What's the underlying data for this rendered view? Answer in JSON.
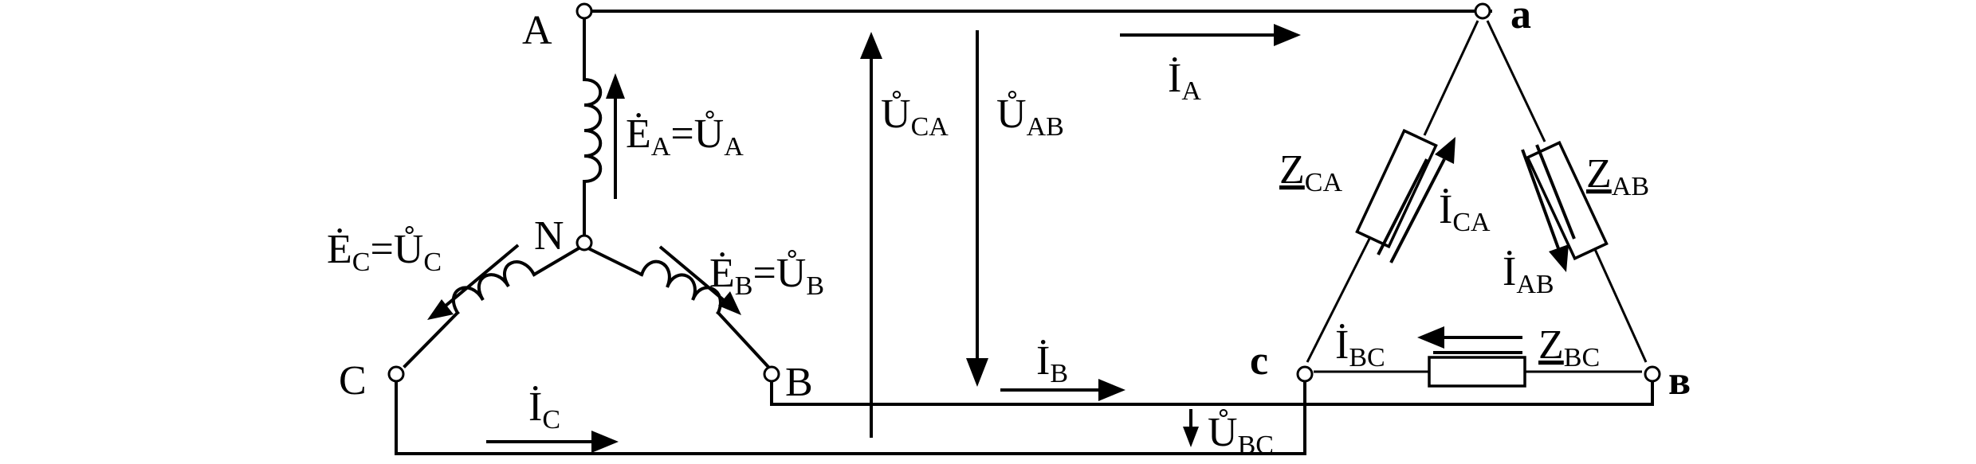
{
  "source_labels": {
    "node_A": "A",
    "node_B": "B",
    "node_C": "C",
    "node_N": "N"
  },
  "load_labels": {
    "node_a": "a",
    "node_b": "в",
    "node_c": "c"
  },
  "emf": {
    "A": {
      "main": "Ė",
      "sub": "A",
      "eq": "=",
      "u_main": "Ů",
      "u_sub": "A"
    },
    "B": {
      "main": "Ė",
      "sub": "B",
      "eq": "=",
      "u_main": "Ů",
      "u_sub": "B"
    },
    "C": {
      "main": "Ė",
      "sub": "C",
      "eq": "=",
      "u_main": "Ů",
      "u_sub": "C"
    }
  },
  "line_voltages": {
    "CA": {
      "main": "Ů",
      "sub": "CA"
    },
    "AB": {
      "main": "Ů",
      "sub": "AB"
    },
    "BC": {
      "main": "Ů",
      "sub": "BC"
    }
  },
  "line_currents": {
    "A": {
      "main": "İ",
      "sub": "A"
    },
    "B": {
      "main": "İ",
      "sub": "B"
    },
    "C": {
      "main": "İ",
      "sub": "C"
    }
  },
  "phase_currents": {
    "CA": {
      "main": "İ",
      "sub": "CA"
    },
    "AB": {
      "main": "İ",
      "sub": "AB"
    },
    "BC": {
      "main": "İ",
      "sub": "BC"
    }
  },
  "impedances": {
    "CA": {
      "main": "Z",
      "sub": "CA"
    },
    "AB": {
      "main": "Z",
      "sub": "AB"
    },
    "BC": {
      "main": "Z",
      "sub": "BC"
    }
  }
}
